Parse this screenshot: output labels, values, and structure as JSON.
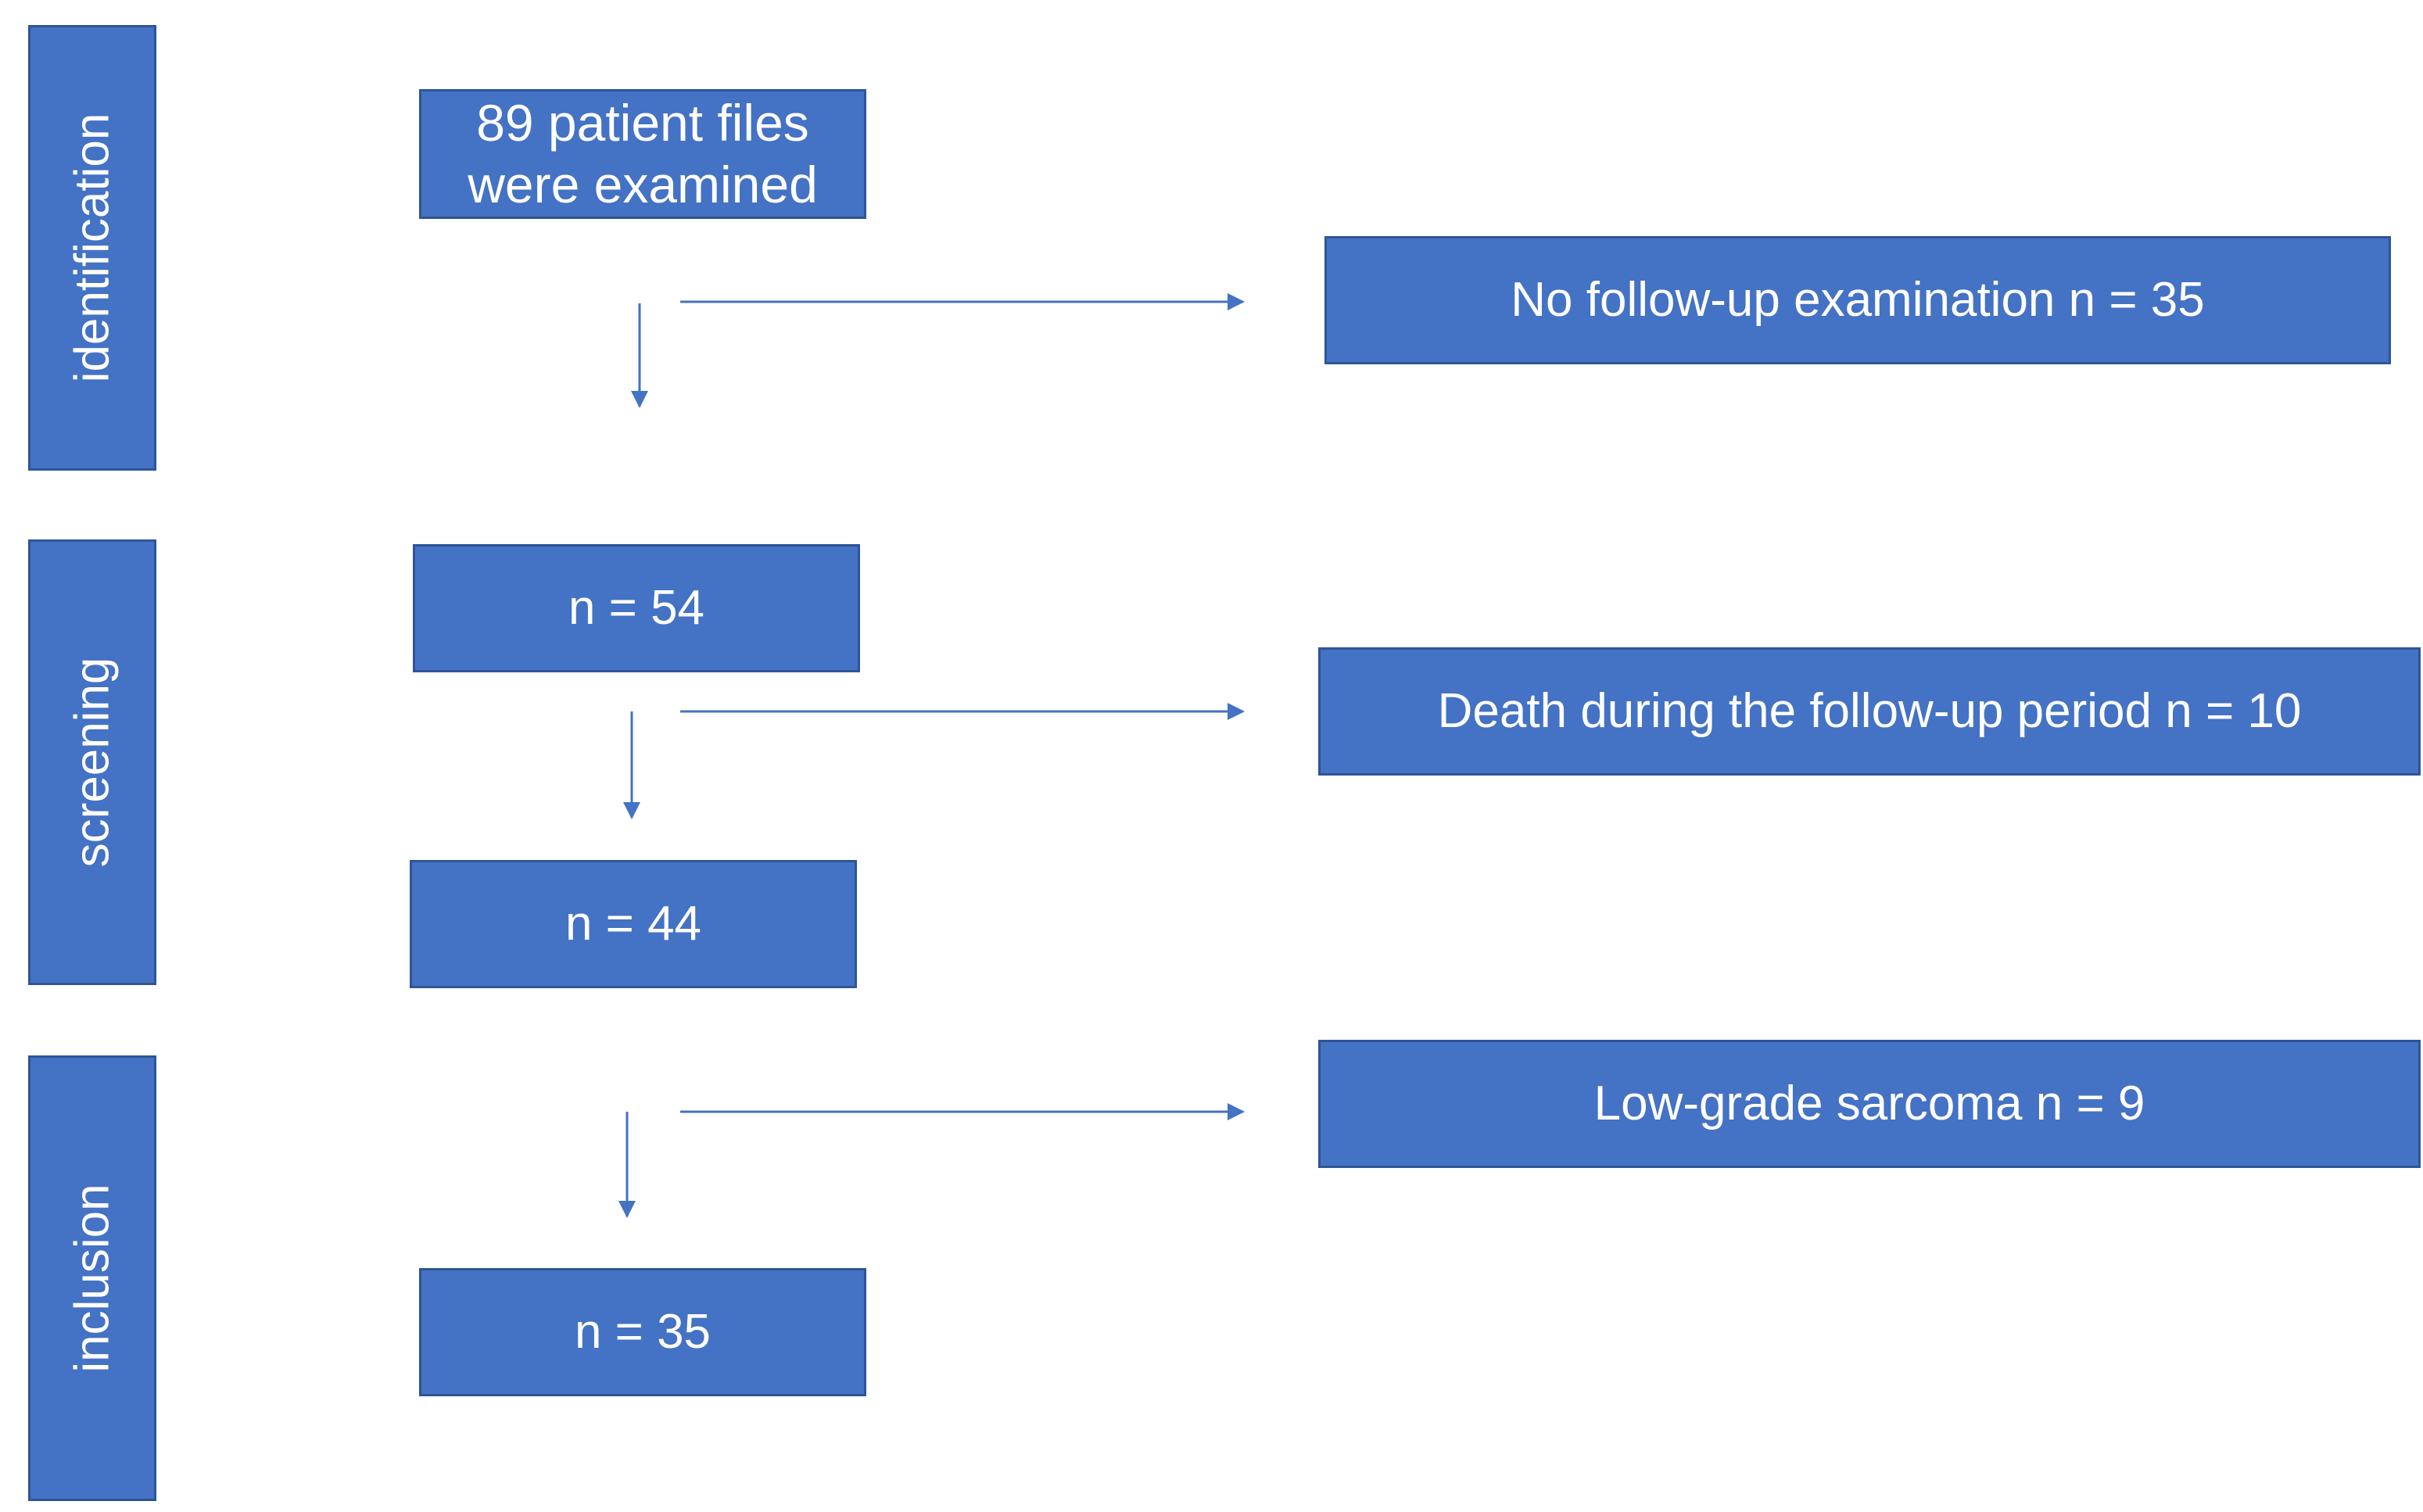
{
  "stages": {
    "identification": "identification",
    "screening": "screening",
    "inclusion": "inclusion"
  },
  "boxes": {
    "start_line1": "89 patient files",
    "start_line2": "were examined",
    "n54": "n = 54",
    "n44": "n = 44",
    "n35": "n = 35"
  },
  "exclusions": {
    "no_followup": "No follow-up examination n = 35",
    "death": "Death during the follow-up period n  = 10",
    "low_grade": "Low-grade sarcoma n = 9"
  },
  "colors": {
    "box_fill": "#4472C4",
    "box_border": "#2F5597",
    "arrow": "#4472C4",
    "text": "#FFFFFF"
  }
}
